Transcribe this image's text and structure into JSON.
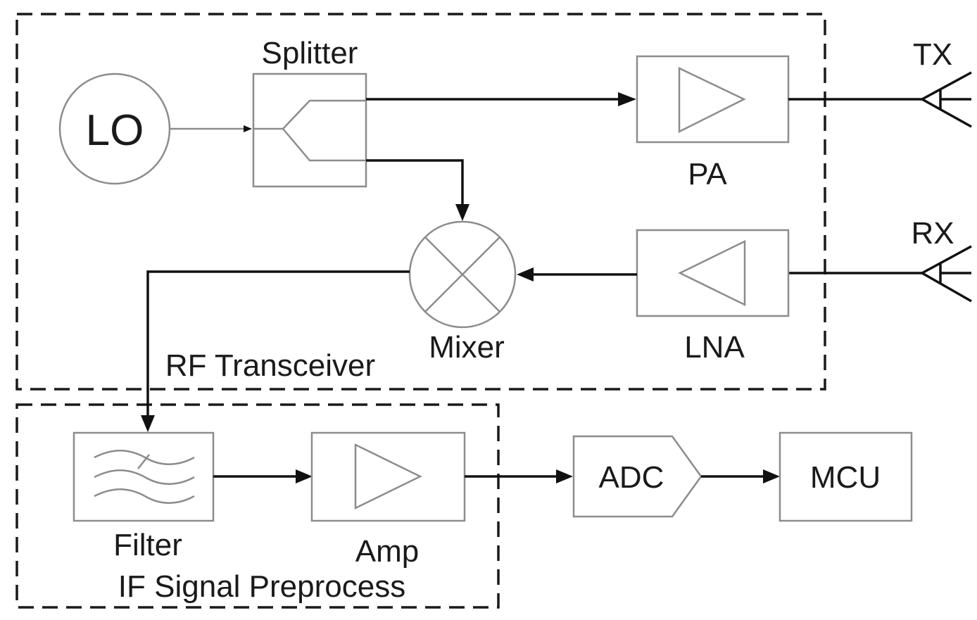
{
  "groups": {
    "rf": "RF Transceiver",
    "if": "IF Signal Preprocess"
  },
  "blocks": {
    "lo": "LO",
    "splitter": "Splitter",
    "pa": "PA",
    "lna": "LNA",
    "mixer": "Mixer",
    "filter": "Filter",
    "amp": "Amp",
    "adc": "ADC",
    "mcu": "MCU"
  },
  "antennas": {
    "tx": "TX",
    "rx": "RX"
  },
  "colors": {
    "line": "#111111",
    "block_outline": "#8c8c8c",
    "background": "#ffffff"
  }
}
